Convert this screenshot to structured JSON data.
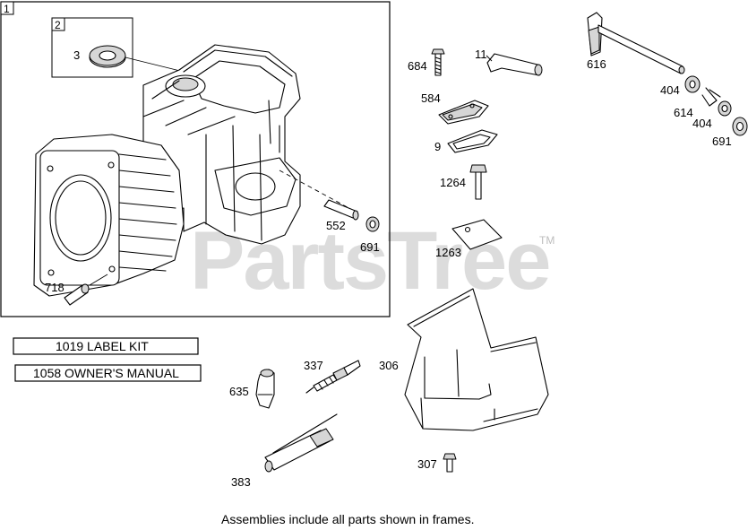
{
  "watermark": {
    "text": "PartsTree",
    "trademark": "TM"
  },
  "frames": {
    "main_frame_label": "1",
    "sub_frame_label": "2"
  },
  "callouts": {
    "p3": "3",
    "p718": "718",
    "p552": "552",
    "p691a": "691",
    "p684": "684",
    "p11": "11",
    "p584": "584",
    "p9": "9",
    "p1264": "1264",
    "p1263": "1263",
    "p616": "616",
    "p404a": "404",
    "p614": "614",
    "p404b": "404",
    "p691b": "691",
    "p635": "635",
    "p337": "337",
    "p306": "306",
    "p383": "383",
    "p307": "307"
  },
  "kits": {
    "label_kit": "1019 LABEL KIT",
    "owners_manual": "1058 OWNER'S MANUAL"
  },
  "footer_note": "Assemblies include all parts shown in frames."
}
